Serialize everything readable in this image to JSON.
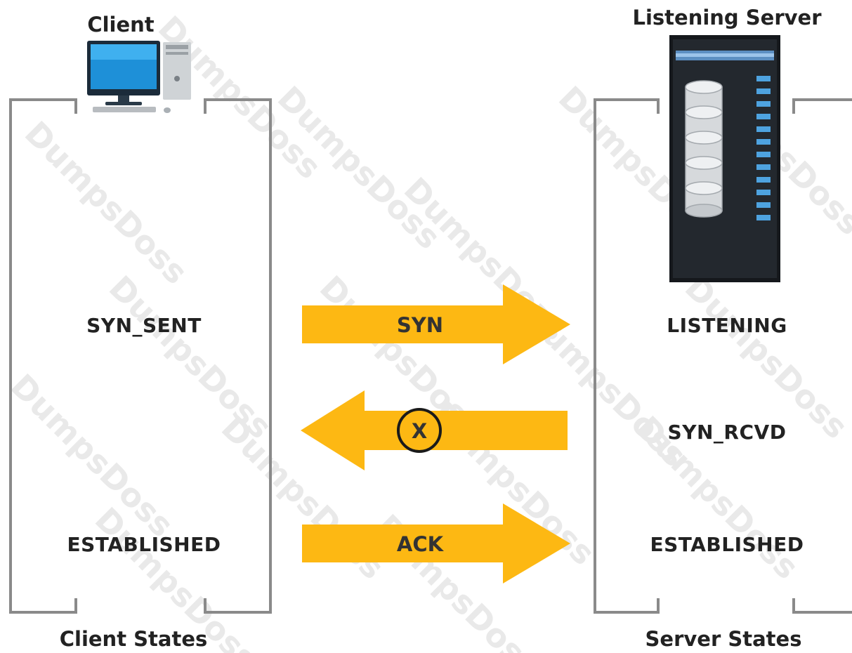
{
  "watermark": "DumpsDoss",
  "client": {
    "title": "Client",
    "states_label": "Client States",
    "icon": "desktop-computer-icon",
    "states": [
      "SYN_SENT",
      "ESTABLISHED"
    ]
  },
  "server": {
    "title": "Listening Server",
    "states_label": "Server States",
    "icon": "server-rack-icon",
    "states": [
      "LISTENING",
      "SYN_RCVD",
      "ESTABLISHED"
    ]
  },
  "messages": [
    {
      "label": "SYN",
      "direction": "client-to-server",
      "delivered": true
    },
    {
      "label": "X",
      "direction": "server-to-client",
      "delivered": false,
      "note_icon": "x-circle-icon"
    },
    {
      "label": "ACK",
      "direction": "client-to-server",
      "delivered": true
    }
  ],
  "colors": {
    "arrow": "#FDB813",
    "bracket": "#8a8a8a",
    "text": "#222222",
    "watermark": "#e9e9e9"
  }
}
